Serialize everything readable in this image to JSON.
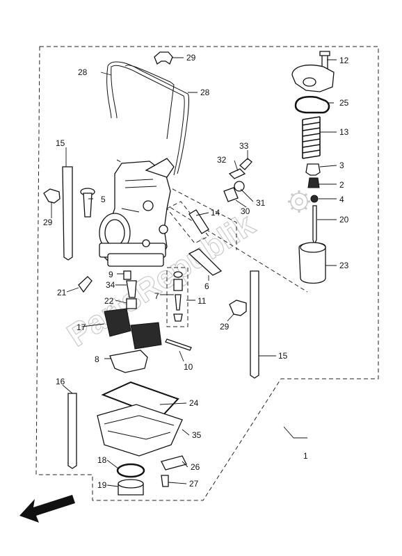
{
  "watermark": "PartsRepublik",
  "callouts": [
    {
      "id": "c1",
      "text": "1"
    },
    {
      "id": "c2",
      "text": "2"
    },
    {
      "id": "c3",
      "text": "3"
    },
    {
      "id": "c4",
      "text": "4"
    },
    {
      "id": "c5",
      "text": "5"
    },
    {
      "id": "c6",
      "text": "6"
    },
    {
      "id": "c7",
      "text": "7"
    },
    {
      "id": "c8",
      "text": "8"
    },
    {
      "id": "c9",
      "text": "9"
    },
    {
      "id": "c10",
      "text": "10"
    },
    {
      "id": "c11",
      "text": "11"
    },
    {
      "id": "c12",
      "text": "12"
    },
    {
      "id": "c13",
      "text": "13"
    },
    {
      "id": "c14",
      "text": "14"
    },
    {
      "id": "c15a",
      "text": "15"
    },
    {
      "id": "c15b",
      "text": "15"
    },
    {
      "id": "c16",
      "text": "16"
    },
    {
      "id": "c17",
      "text": "17"
    },
    {
      "id": "c18",
      "text": "18"
    },
    {
      "id": "c19",
      "text": "19"
    },
    {
      "id": "c20",
      "text": "20"
    },
    {
      "id": "c21",
      "text": "21"
    },
    {
      "id": "c22",
      "text": "22"
    },
    {
      "id": "c23",
      "text": "23"
    },
    {
      "id": "c24",
      "text": "24"
    },
    {
      "id": "c25",
      "text": "25"
    },
    {
      "id": "c26",
      "text": "26"
    },
    {
      "id": "c27",
      "text": "27"
    },
    {
      "id": "c28a",
      "text": "28"
    },
    {
      "id": "c28b",
      "text": "28"
    },
    {
      "id": "c29a",
      "text": "29"
    },
    {
      "id": "c29b",
      "text": "29"
    },
    {
      "id": "c29c",
      "text": "29"
    },
    {
      "id": "c30",
      "text": "30"
    },
    {
      "id": "c31",
      "text": "31"
    },
    {
      "id": "c32",
      "text": "32"
    },
    {
      "id": "c33",
      "text": "33"
    },
    {
      "id": "c34",
      "text": "34"
    },
    {
      "id": "c35",
      "text": "35"
    }
  ]
}
